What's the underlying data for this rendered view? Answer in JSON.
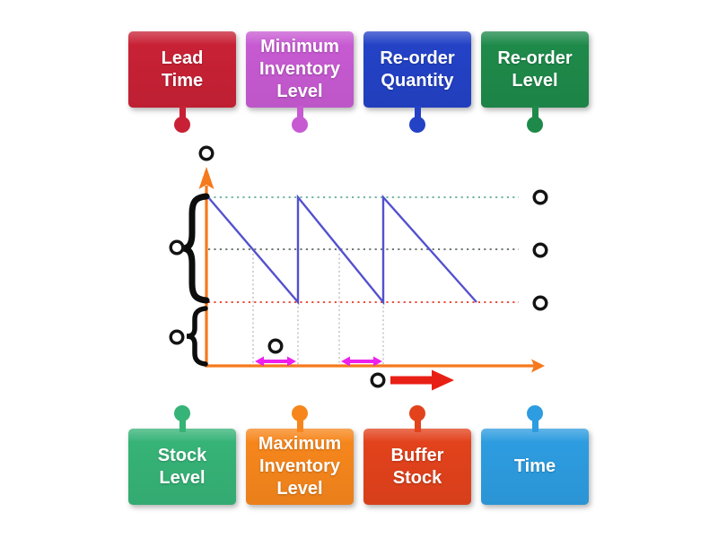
{
  "labels": {
    "top": [
      {
        "text": "Lead\nTime",
        "color": "#c82135"
      },
      {
        "text": "Minimum\nInventory\nLevel",
        "color": "#c75ad2"
      },
      {
        "text": "Re-order\nQuantity",
        "color": "#2342c6"
      },
      {
        "text": "Re-order\nLevel",
        "color": "#1e8a4a"
      }
    ],
    "bottom": [
      {
        "text": "Stock\nLevel",
        "color": "#36b377"
      },
      {
        "text": "Maximum\nInventory\nLevel",
        "color": "#f6861c"
      },
      {
        "text": "Buffer\nStock",
        "color": "#e2421c"
      },
      {
        "text": "Time",
        "color": "#2d9ce0"
      }
    ]
  },
  "chart": {
    "axis_color": "#f5791d",
    "stock_line_color": "#5351ce",
    "max_line_color": "#74b7a5",
    "reorder_line_color": "#737b76",
    "buffer_line_color": "#ec4f3e",
    "guide_line_color": "#c9c9c9",
    "lead_time_arrow_color": "#ed1fed",
    "time_arrow_color": "#e81f15",
    "brace_color": "#0d0d0d",
    "target_ring_color": "#141414",
    "target_fill": "#ffffff"
  }
}
